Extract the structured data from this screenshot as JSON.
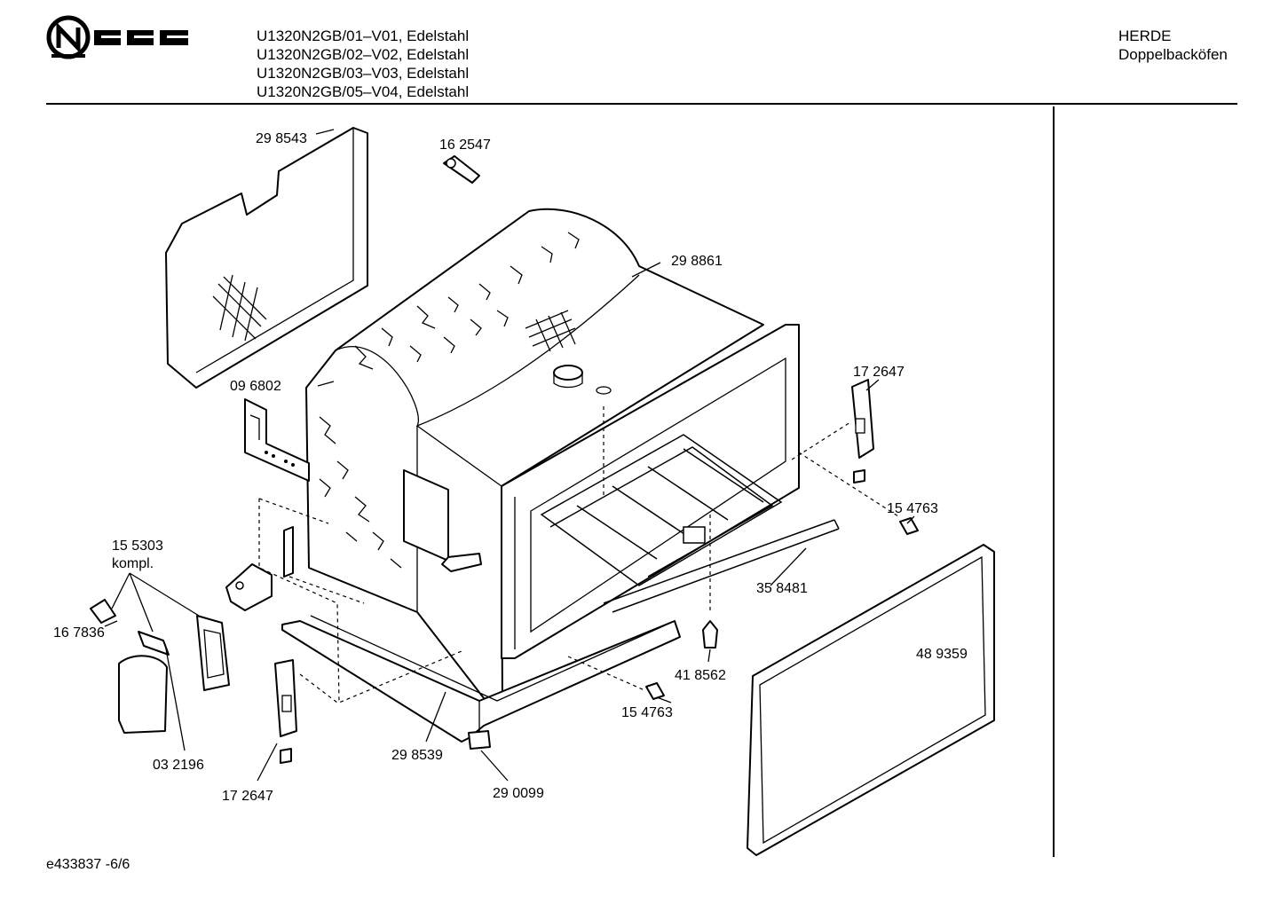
{
  "header": {
    "brand": "NEFF",
    "models": [
      "U1320N2GB/01–V01, Edelstahl",
      "U1320N2GB/02–V02, Edelstahl",
      "U1320N2GB/03–V03, Edelstahl",
      "U1320N2GB/05–V04, Edelstahl"
    ],
    "category": "HERDE",
    "subcategory": "Doppelbacköfen"
  },
  "parts": [
    {
      "id": "p298543",
      "label": "29 8543"
    },
    {
      "id": "p162547",
      "label": "16 2547"
    },
    {
      "id": "p298861",
      "label": "29 8861"
    },
    {
      "id": "p096802",
      "label": "09 6802"
    },
    {
      "id": "p172647a",
      "label": "17 2647"
    },
    {
      "id": "p154763a",
      "label": "15 4763"
    },
    {
      "id": "p155303",
      "label": "15 5303"
    },
    {
      "id": "p155303b",
      "label": "kompl."
    },
    {
      "id": "p167836",
      "label": "16 7836"
    },
    {
      "id": "p358481",
      "label": "35 8481"
    },
    {
      "id": "p489359",
      "label": "48 9359"
    },
    {
      "id": "p418562",
      "label": "41 8562"
    },
    {
      "id": "p154763b",
      "label": "15 4763"
    },
    {
      "id": "p032196",
      "label": "03 2196"
    },
    {
      "id": "p298539",
      "label": "29 8539"
    },
    {
      "id": "p172647b",
      "label": "17 2647"
    },
    {
      "id": "p290099",
      "label": "29 0099"
    }
  ],
  "footer": "e433837 -6/6"
}
